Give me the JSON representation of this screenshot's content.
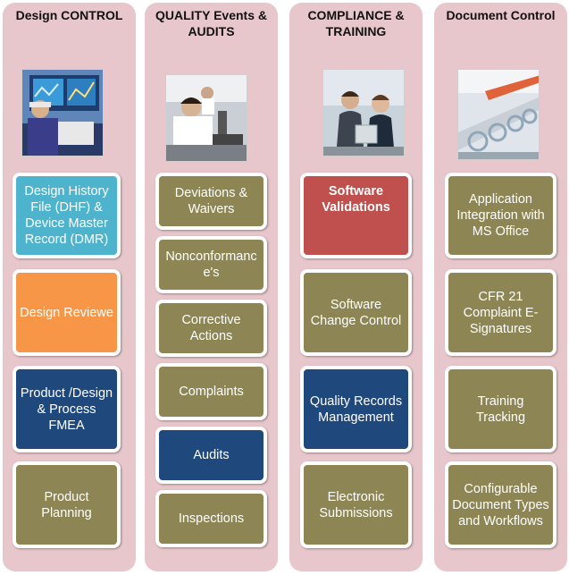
{
  "columns": [
    {
      "title": "Design  CONTROL",
      "items": [
        "Design History File (DHF) & Device Master Record (DMR)",
        "Design Reviewe",
        "Product /Design & Process FMEA",
        "Product Planning"
      ]
    },
    {
      "title": "QUALITY Events &\nAUDITS",
      "items": [
        "Deviations & Waivers",
        "Nonconformanc\ne's",
        "Corrective Actions",
        "Complaints",
        "Audits",
        "Inspections"
      ]
    },
    {
      "title": "COMPLIANCE &\nTRAINING",
      "items": [
        "Software Validations",
        "Software Change Control",
        "Quality Records Management",
        "Electronic Submissions"
      ]
    },
    {
      "title": "Document Control",
      "items": [
        "Application Integration with MS Office",
        "CFR 21 Complaint E-Signatures",
        "Training Tracking",
        "Configurable Document Types and Workflows"
      ]
    }
  ],
  "colors": {
    "column_background": "#e7c7cb",
    "olive": "#8d8553",
    "teal": "#4eb4cd",
    "orange": "#f79646",
    "navy": "#1f497d",
    "red": "#c0504d"
  }
}
